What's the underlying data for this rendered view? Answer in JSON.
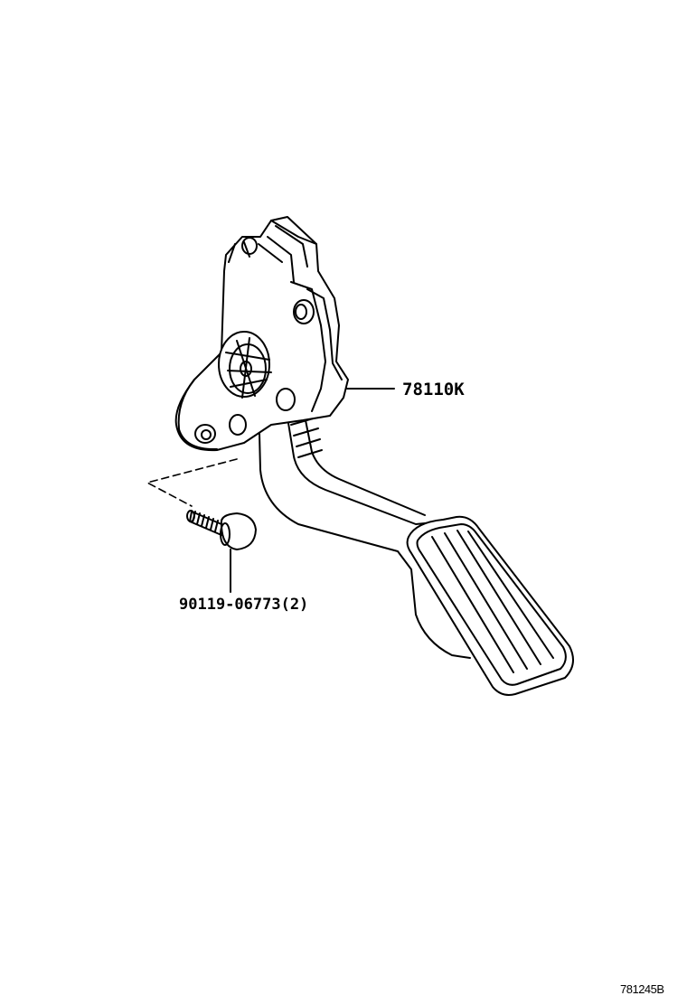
{
  "parts": [
    {
      "id": "pedal",
      "label": "78110K"
    },
    {
      "id": "bolt",
      "label": "90119-06773(2)"
    }
  ],
  "figure_code": "781245B"
}
